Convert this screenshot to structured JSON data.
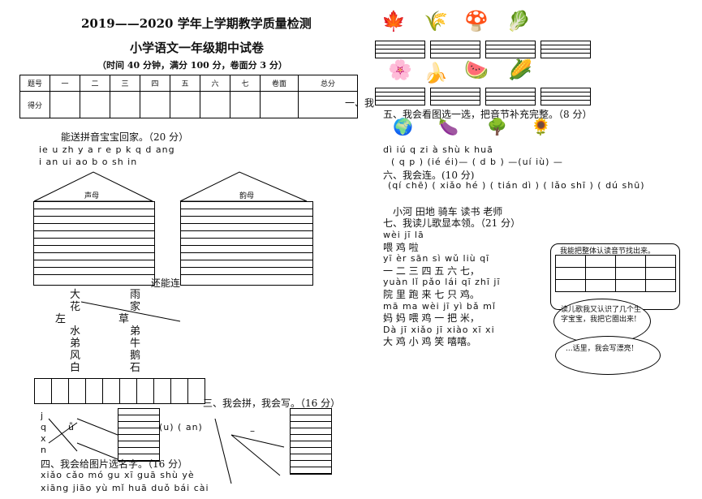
{
  "header": {
    "title1": "2019——2020 学年上学期教学质量检测",
    "title2": "小学语文一年级期中试卷",
    "title3": "（时间 40 分钟，满分 100 分，卷面分 3 分）"
  },
  "score_table": {
    "headers": [
      "题号",
      "一",
      "二",
      "三",
      "四",
      "五",
      "六",
      "七",
      "卷面",
      "总分"
    ],
    "row_label": "得分"
  },
  "q1": {
    "intro": "一、我",
    "title": "能送拼音宝宝回家。（20 分）",
    "line1": "ie  u  zh   y  a  r  e   p  k  q  d  ang",
    "line2": "i  an  ui   ao  b  o  sh    in",
    "house1": "声母",
    "house2": "韵母"
  },
  "q2": {
    "title": "还能连",
    "left": [
      "大",
      "花",
      "左",
      "水",
      "弟",
      "风",
      "白"
    ],
    "right": [
      "雨",
      "家",
      "草",
      "弟",
      "牛",
      "鹅",
      "石"
    ]
  },
  "q3": {
    "title": "三、我会拼，我会写。（16 分）",
    "letters": [
      "j",
      "q",
      "x",
      "n"
    ],
    "u": "ǚ",
    "mid": "(u)  ( an)",
    "dash": "–"
  },
  "q4": {
    "title": "四、我会给图片选名字。（16 分）",
    "row1": "xiǎo cǎo   mó gu   xī guā   shù  yè",
    "row2": "xiāng jiāo  yù mǐ  huā duǒ  bái  cài"
  },
  "q5": {
    "title": "五、我会看图选一选，把音节补充完整。（8 分）",
    "line1": "dì       iú       q   zi        à  shù          k   huā",
    "line2": "( q p )   (ié éi)— ( d b )  —(uí iù)        —"
  },
  "q6": {
    "title": "六、我会连。(10 分)",
    "pinyin": "(qí chē)  ( xiǎo hé )  ( tián dì )  ( lǎo shī )  ( dú shū)",
    "words": "小河    田地    骑车    读书      老师"
  },
  "q7": {
    "title": "七、我读儿歌显本领。（21 分）",
    "lines": [
      "wèi jī lā",
      "喂  鸡  啦",
      "yī èr sān sì wǔ liù qī",
      "一 二 三 四 五 六 七，",
      "yuàn lǐ pǎo lái qī zhī jī",
      "院 里 跑 来 七 只 鸡。",
      "mā ma wèi jī yì bǎ mǐ",
      "妈  妈  喂  鸡 一  把  米，",
      "Dà jī xiǎo jī xiào xī xi",
      "大 鸡 小 鸡 笑  嘻嘻。"
    ],
    "find_title": "我能把整体认读音节找出来。",
    "bubble1": "读儿歌我又认识了几个生字宝宝，我把它圈出来!",
    "bubble2": "...话里，我会写漂亮!"
  },
  "icons": [
    "leaf-icon",
    "grass-icon",
    "mushroom-icon",
    "cabbage-icon",
    "flower-icon",
    "banana-icon",
    "watermelon-icon",
    "corn-icon",
    "globe-icon",
    "eggplant-icon",
    "tree-icon",
    "sunflower-icon"
  ]
}
